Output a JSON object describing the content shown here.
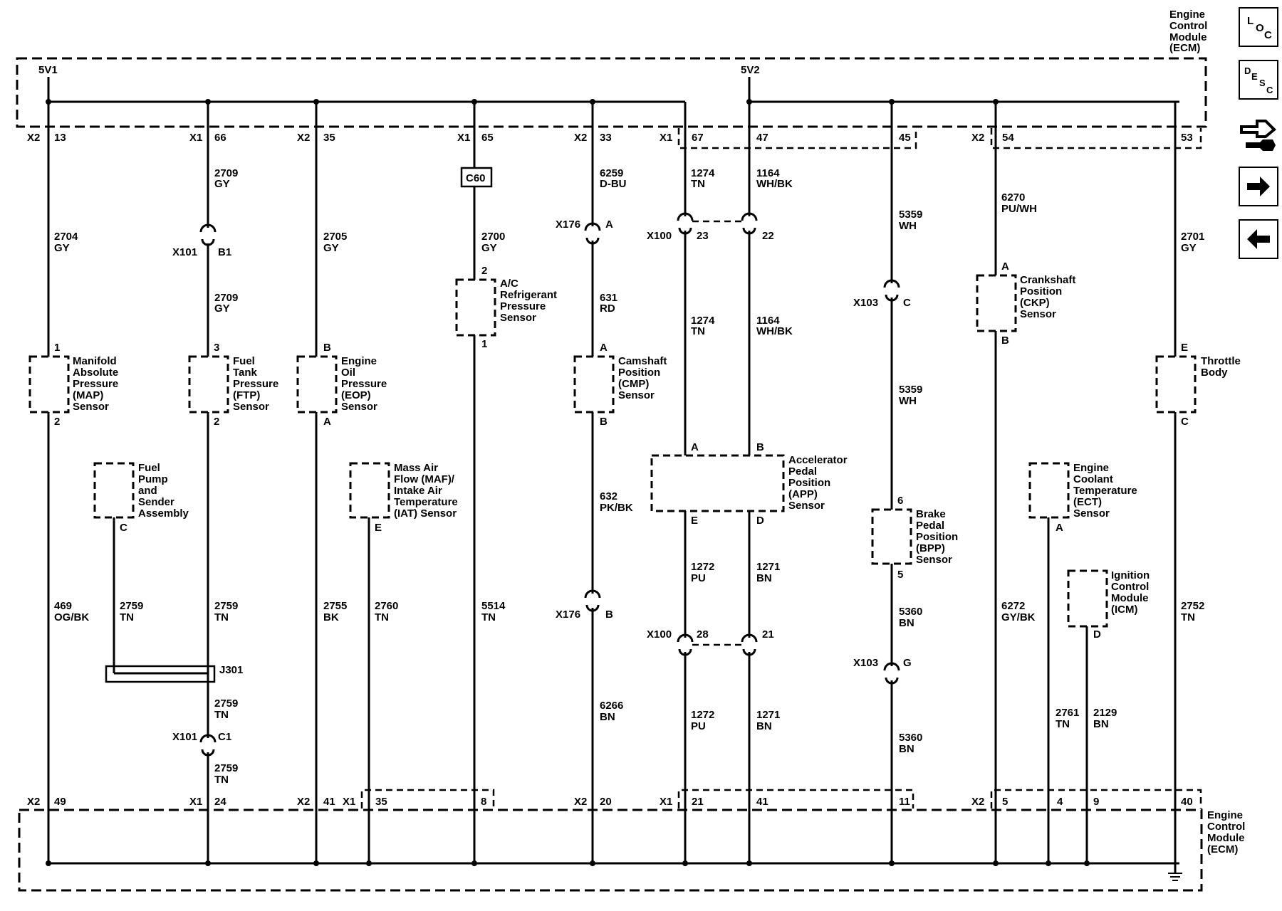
{
  "ecm": {
    "top_label": [
      "Engine",
      "Control",
      "Module",
      "(ECM)"
    ],
    "bottom_label": [
      "Engine",
      "Control",
      "Module",
      "(ECM)"
    ]
  },
  "supplies": {
    "v1": "5V1",
    "v2": "5V2"
  },
  "nav": {
    "loc": "LOC",
    "desc": "DESC"
  },
  "top_pins": [
    {
      "conn": "X2",
      "pin": "13"
    },
    {
      "conn": "X1",
      "pin": "66"
    },
    {
      "conn": "X2",
      "pin": "35"
    },
    {
      "conn": "X1",
      "pin": "65"
    },
    {
      "conn": "X2",
      "pin": "33"
    },
    {
      "conn": "X1",
      "pin": "67"
    },
    {
      "conn": "",
      "pin": "47"
    },
    {
      "conn": "",
      "pin": "45"
    },
    {
      "conn": "X2",
      "pin": "54"
    },
    {
      "conn": "",
      "pin": "53"
    }
  ],
  "bottom_pins": [
    {
      "conn": "X2",
      "pin": "49"
    },
    {
      "conn": "X1",
      "pin": "24"
    },
    {
      "conn": "X2",
      "pin": "41"
    },
    {
      "conn": "X1",
      "pin": "35"
    },
    {
      "conn": "",
      "pin": "8"
    },
    {
      "conn": "X2",
      "pin": "20"
    },
    {
      "conn": "X1",
      "pin": "21"
    },
    {
      "conn": "",
      "pin": "41"
    },
    {
      "conn": "",
      "pin": "11"
    },
    {
      "conn": "X2",
      "pin": "5"
    },
    {
      "conn": "",
      "pin": "4"
    },
    {
      "conn": "",
      "pin": "9"
    },
    {
      "conn": "",
      "pin": "40"
    }
  ],
  "wires": [
    {
      "circuit": "2704",
      "color": "GY"
    },
    {
      "circuit": "2709",
      "color": "GY"
    },
    {
      "circuit": "2709",
      "color": "GY"
    },
    {
      "circuit": "2705",
      "color": "GY"
    },
    {
      "circuit": "2700",
      "color": "GY"
    },
    {
      "circuit": "6259",
      "color": "D-BU"
    },
    {
      "circuit": "631",
      "color": "RD"
    },
    {
      "circuit": "1274",
      "color": "TN"
    },
    {
      "circuit": "1164",
      "color": "WH/BK"
    },
    {
      "circuit": "1274",
      "color": "TN"
    },
    {
      "circuit": "1164",
      "color": "WH/BK"
    },
    {
      "circuit": "5359",
      "color": "WH"
    },
    {
      "circuit": "5359",
      "color": "WH"
    },
    {
      "circuit": "6270",
      "color": "PU/WH"
    },
    {
      "circuit": "2701",
      "color": "GY"
    },
    {
      "circuit": "469",
      "color": "OG/BK"
    },
    {
      "circuit": "2759",
      "color": "TN"
    },
    {
      "circuit": "2759",
      "color": "TN"
    },
    {
      "circuit": "2755",
      "color": "BK"
    },
    {
      "circuit": "2760",
      "color": "TN"
    },
    {
      "circuit": "5514",
      "color": "TN"
    },
    {
      "circuit": "632",
      "color": "PK/BK"
    },
    {
      "circuit": "1272",
      "color": "PU"
    },
    {
      "circuit": "1271",
      "color": "BN"
    },
    {
      "circuit": "5360",
      "color": "BN"
    },
    {
      "circuit": "6272",
      "color": "GY/BK"
    },
    {
      "circuit": "2752",
      "color": "TN"
    },
    {
      "circuit": "2759",
      "color": "TN"
    },
    {
      "circuit": "2759",
      "color": "TN"
    },
    {
      "circuit": "6266",
      "color": "BN"
    },
    {
      "circuit": "1272",
      "color": "PU"
    },
    {
      "circuit": "1271",
      "color": "BN"
    },
    {
      "circuit": "5360",
      "color": "BN"
    },
    {
      "circuit": "2761",
      "color": "TN"
    },
    {
      "circuit": "2129",
      "color": "BN"
    }
  ],
  "connectors": [
    {
      "name": "X101",
      "pin": "B1"
    },
    {
      "name": "X176",
      "pin": "A"
    },
    {
      "name": "X100",
      "pin": "23"
    },
    {
      "name": "",
      "pin": "22"
    },
    {
      "name": "X103",
      "pin": "C"
    },
    {
      "name": "X176",
      "pin": "B"
    },
    {
      "name": "X100",
      "pin": "28"
    },
    {
      "name": "",
      "pin": "21"
    },
    {
      "name": "X103",
      "pin": "G"
    },
    {
      "name": "X101",
      "pin": "C1"
    }
  ],
  "splices": {
    "c60": "C60",
    "j301": "J301"
  },
  "components": [
    {
      "label": [
        "Manifold",
        "Absolute",
        "Pressure",
        "(MAP)",
        "Sensor"
      ],
      "pin_top": "1",
      "pin_bottom": "2"
    },
    {
      "label": [
        "Fuel",
        "Tank",
        "Pressure",
        "(FTP)",
        "Sensor"
      ],
      "pin_top": "3",
      "pin_bottom": "2"
    },
    {
      "label": [
        "Engine",
        "Oil",
        "Pressure",
        "(EOP)",
        "Sensor"
      ],
      "pin_top": "B",
      "pin_bottom": "A"
    },
    {
      "label": [
        "A/C",
        "Refrigerant",
        "Pressure",
        "Sensor"
      ],
      "pin_top": "2",
      "pin_bottom": "1"
    },
    {
      "label": [
        "Camshaft",
        "Position",
        "(CMP)",
        "Sensor"
      ],
      "pin_top": "A",
      "pin_bottom": "B"
    },
    {
      "label": [
        "Accelerator",
        "Pedal",
        "Position",
        "(APP)",
        "Sensor"
      ],
      "pin_top": "A",
      "pin_bottom": "E"
    },
    {
      "label": [
        "Crankshaft",
        "Position",
        "(CKP)",
        "Sensor"
      ],
      "pin_top": "A",
      "pin_bottom": "B"
    },
    {
      "label": [
        "Throttle",
        "Body"
      ],
      "pin_top": "E",
      "pin_bottom": "C"
    },
    {
      "label": [
        "Fuel",
        "Pump",
        "and",
        "Sender",
        "Assembly"
      ],
      "pin_top": "",
      "pin_bottom": "C"
    },
    {
      "label": [
        "Mass Air",
        "Flow (MAF)/",
        "Intake Air",
        "Temperature",
        "(IAT) Sensor"
      ],
      "pin_top": "",
      "pin_bottom": "E"
    },
    {
      "label": [
        "Brake",
        "Pedal",
        "Position",
        "(BPP)",
        "Sensor"
      ],
      "pin_top": "6",
      "pin_bottom": "5"
    },
    {
      "label": [
        "Engine",
        "Coolant",
        "Temperature",
        "(ECT)",
        "Sensor"
      ],
      "pin_top": "",
      "pin_bottom": "A"
    },
    {
      "label": [
        "Ignition",
        "Control",
        "Module",
        "(ICM)"
      ],
      "pin_top": "",
      "pin_bottom": "D"
    }
  ],
  "app_pins": {
    "b": "B",
    "d": "D"
  }
}
